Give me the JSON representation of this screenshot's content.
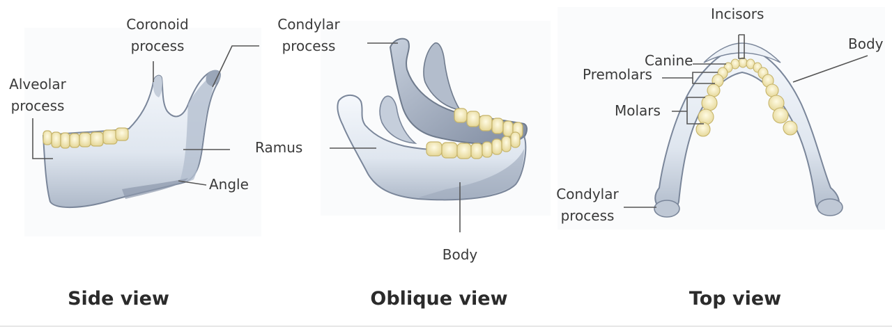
{
  "colors": {
    "bone": "#dbe2ec",
    "bone_light": "#f4f7fb",
    "bone_shadow": "#9aa6b8",
    "bone_outline": "#6f7b8d",
    "tooth": "#f4efc8",
    "tooth_shadow": "#c9b565",
    "leader": "#555555",
    "text": "#3a3a3a"
  },
  "views": {
    "side": {
      "title": "Side view",
      "labels": {
        "coronoid": "Coronoid\nprocess",
        "alveolar": "Alveolar\nprocess",
        "angle": "Angle"
      }
    },
    "oblique": {
      "title": "Oblique view",
      "labels": {
        "condylar": "Condylar\nprocess",
        "ramus": "Ramus",
        "body": "Body"
      }
    },
    "top": {
      "title": "Top view",
      "labels": {
        "incisors": "Incisors",
        "canine": "Canine",
        "premolars": "Premolars",
        "molars": "Molars",
        "body": "Body",
        "condylar": "Condylar\nprocess"
      }
    }
  }
}
